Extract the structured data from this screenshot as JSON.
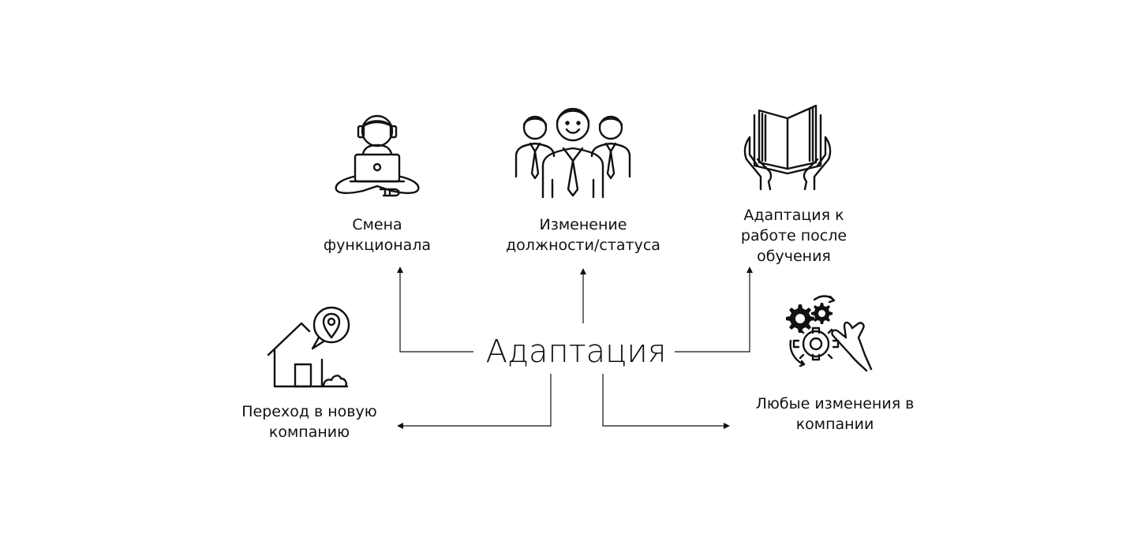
{
  "center_label": "Адаптация",
  "nodes": {
    "function_change": {
      "line1": "Смена",
      "line2": "функционала",
      "icon": "headphones-laptop-icon"
    },
    "position_change": {
      "line1": "Изменение",
      "line2": "должности/статуса",
      "icon": "team-icon"
    },
    "after_training": {
      "line1": "Адаптация к",
      "line2": "работе после",
      "line3": "обучения",
      "icon": "book-hands-icon"
    },
    "new_company": {
      "line1": "Переход в новую",
      "line2": "компанию",
      "icon": "house-location-icon"
    },
    "company_changes": {
      "line1": "Любые изменения в",
      "line2": "компании",
      "icon": "gears-hand-icon"
    }
  },
  "colors": {
    "stroke": "#111111",
    "background": "#ffffff"
  }
}
